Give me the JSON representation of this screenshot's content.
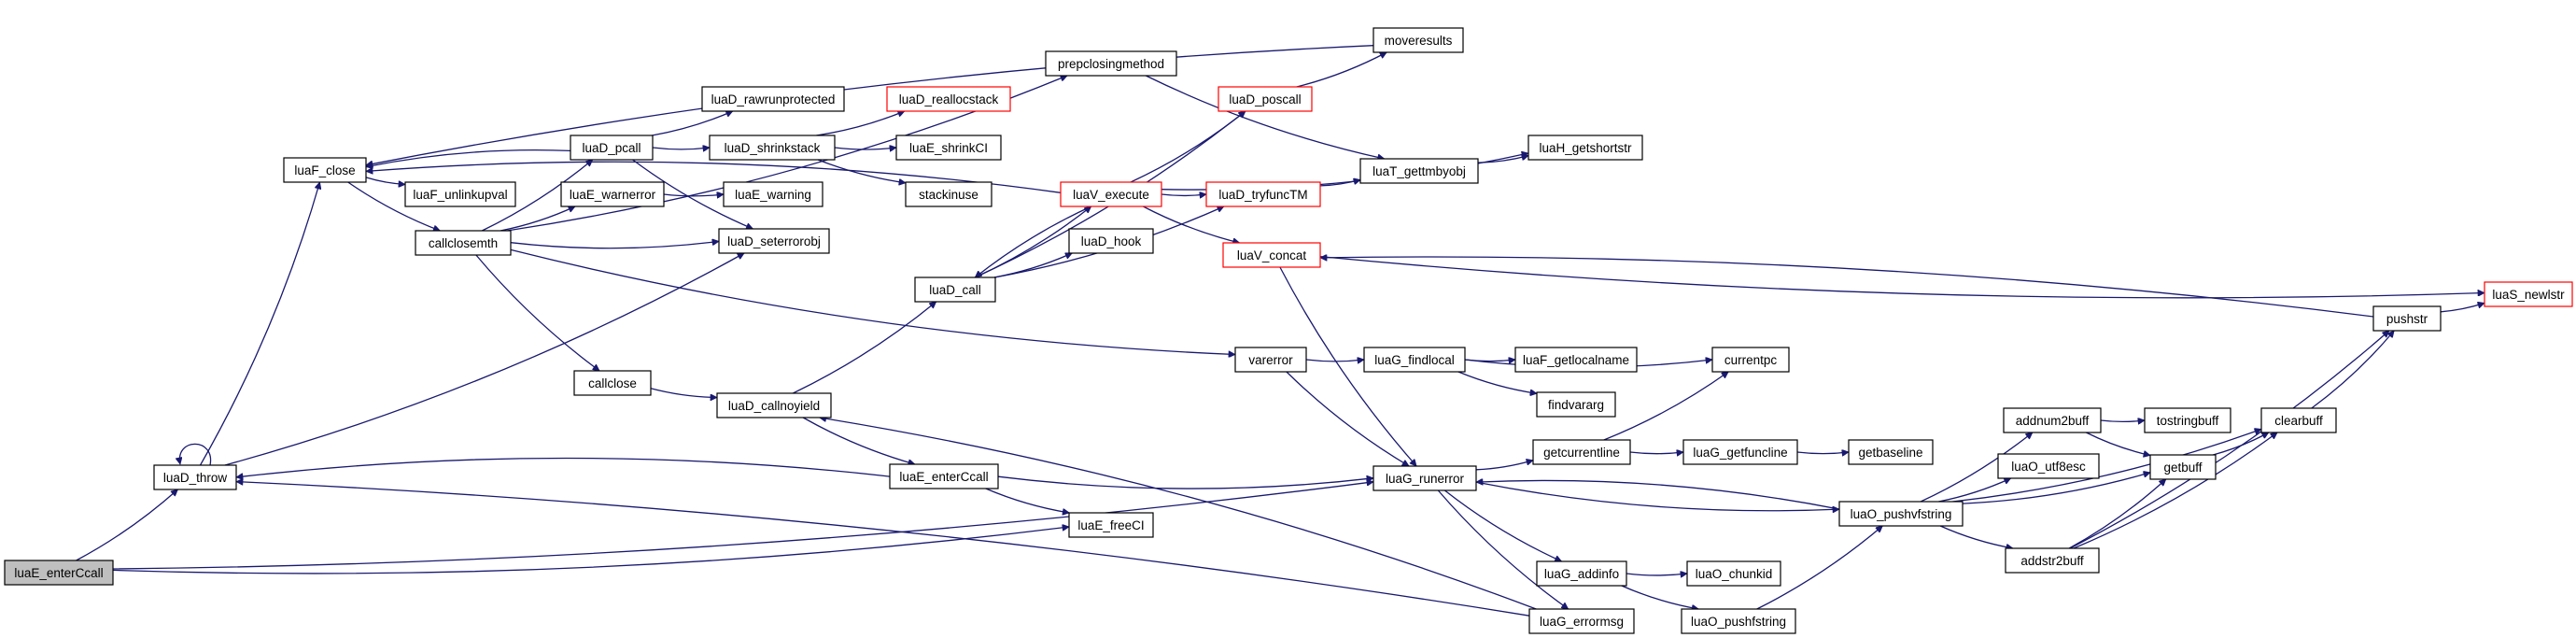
{
  "diagram": {
    "type": "call-graph",
    "colors": {
      "edge": "#191970",
      "node_border": "#000000",
      "truncated_node_border": "#ff0000",
      "root_fill": "#bfbfbf",
      "node_fill": "#ffffff"
    },
    "nodes": [
      {
        "id": "luaE_enterCcall",
        "label": "luaE_enterCcall",
        "style": "root"
      },
      {
        "id": "luaD_throw",
        "label": "luaD_throw",
        "style": "normal"
      },
      {
        "id": "luaF_close",
        "label": "luaF_close",
        "style": "normal"
      },
      {
        "id": "luaF_unlinkupval",
        "label": "luaF_unlinkupval",
        "style": "normal"
      },
      {
        "id": "callclosemth",
        "label": "callclosemth",
        "style": "normal"
      },
      {
        "id": "callclose",
        "label": "callclose",
        "style": "normal"
      },
      {
        "id": "luaD_pcall",
        "label": "luaD_pcall",
        "style": "normal"
      },
      {
        "id": "luaE_warnerror",
        "label": "luaE_warnerror",
        "style": "normal"
      },
      {
        "id": "luaD_rawrunprotected",
        "label": "luaD_rawrunprotected",
        "style": "normal"
      },
      {
        "id": "luaD_shrinkstack",
        "label": "luaD_shrinkstack",
        "style": "normal"
      },
      {
        "id": "luaE_warning",
        "label": "luaE_warning",
        "style": "normal"
      },
      {
        "id": "luaD_seterrorobj",
        "label": "luaD_seterrorobj",
        "style": "normal"
      },
      {
        "id": "luaD_callnoyield",
        "label": "luaD_callnoyield",
        "style": "normal"
      },
      {
        "id": "luaD_reallocstack",
        "label": "luaD_reallocstack",
        "style": "truncated"
      },
      {
        "id": "luaE_shrinkCI",
        "label": "luaE_shrinkCI",
        "style": "normal"
      },
      {
        "id": "stackinuse",
        "label": "stackinuse",
        "style": "normal"
      },
      {
        "id": "luaE_enterCcall_inner",
        "label": "luaE_enterCcall",
        "style": "normal"
      },
      {
        "id": "luaD_call",
        "label": "luaD_call",
        "style": "normal"
      },
      {
        "id": "prepclosingmethod",
        "label": "prepclosingmethod",
        "style": "normal"
      },
      {
        "id": "luaV_execute",
        "label": "luaV_execute",
        "style": "truncated"
      },
      {
        "id": "luaD_hook",
        "label": "luaD_hook",
        "style": "normal"
      },
      {
        "id": "luaE_freeCI",
        "label": "luaE_freeCI",
        "style": "normal"
      },
      {
        "id": "luaD_poscall",
        "label": "luaD_poscall",
        "style": "truncated"
      },
      {
        "id": "luaD_tryfuncTM",
        "label": "luaD_tryfuncTM",
        "style": "truncated"
      },
      {
        "id": "luaV_concat",
        "label": "luaV_concat",
        "style": "truncated"
      },
      {
        "id": "moveresults",
        "label": "moveresults",
        "style": "normal"
      },
      {
        "id": "luaT_gettmbyobj",
        "label": "luaT_gettmbyobj",
        "style": "normal"
      },
      {
        "id": "luaH_getshortstr",
        "label": "luaH_getshortstr",
        "style": "normal"
      },
      {
        "id": "varerror",
        "label": "varerror",
        "style": "normal"
      },
      {
        "id": "luaG_runerror",
        "label": "luaG_runerror",
        "style": "normal"
      },
      {
        "id": "luaG_findlocal",
        "label": "luaG_findlocal",
        "style": "normal"
      },
      {
        "id": "luaF_getlocalname",
        "label": "luaF_getlocalname",
        "style": "normal"
      },
      {
        "id": "findvararg",
        "label": "findvararg",
        "style": "normal"
      },
      {
        "id": "currentpc",
        "label": "currentpc",
        "style": "normal"
      },
      {
        "id": "getcurrentline",
        "label": "getcurrentline",
        "style": "normal"
      },
      {
        "id": "luaG_getfuncline",
        "label": "luaG_getfuncline",
        "style": "normal"
      },
      {
        "id": "getbaseline",
        "label": "getbaseline",
        "style": "normal"
      },
      {
        "id": "luaG_addinfo",
        "label": "luaG_addinfo",
        "style": "normal"
      },
      {
        "id": "luaO_chunkid",
        "label": "luaO_chunkid",
        "style": "normal"
      },
      {
        "id": "luaG_errormsg",
        "label": "luaG_errormsg",
        "style": "normal"
      },
      {
        "id": "luaO_pushfstring",
        "label": "luaO_pushfstring",
        "style": "normal"
      },
      {
        "id": "luaO_pushvfstring",
        "label": "luaO_pushvfstring",
        "style": "normal"
      },
      {
        "id": "addnum2buff",
        "label": "addnum2buff",
        "style": "normal"
      },
      {
        "id": "tostringbuff",
        "label": "tostringbuff",
        "style": "normal"
      },
      {
        "id": "luaO_utf8esc",
        "label": "luaO_utf8esc",
        "style": "normal"
      },
      {
        "id": "addstr2buff",
        "label": "addstr2buff",
        "style": "normal"
      },
      {
        "id": "getbuff",
        "label": "getbuff",
        "style": "normal"
      },
      {
        "id": "clearbuff",
        "label": "clearbuff",
        "style": "normal"
      },
      {
        "id": "pushstr",
        "label": "pushstr",
        "style": "normal"
      },
      {
        "id": "luaS_newlstr",
        "label": "luaS_newlstr",
        "style": "truncated"
      }
    ],
    "edges": [
      [
        "luaE_enterCcall",
        "luaD_throw"
      ],
      [
        "luaE_enterCcall",
        "luaE_freeCI"
      ],
      [
        "luaE_enterCcall",
        "luaG_runerror"
      ],
      [
        "luaD_throw",
        "luaD_throw"
      ],
      [
        "luaD_throw",
        "luaF_close"
      ],
      [
        "luaD_throw",
        "luaD_seterrorobj"
      ],
      [
        "luaF_close",
        "luaF_unlinkupval"
      ],
      [
        "luaF_close",
        "callclosemth"
      ],
      [
        "callclosemth",
        "luaD_pcall"
      ],
      [
        "callclosemth",
        "luaE_warnerror"
      ],
      [
        "callclosemth",
        "luaD_seterrorobj"
      ],
      [
        "callclosemth",
        "callclose"
      ],
      [
        "callclosemth",
        "prepclosingmethod"
      ],
      [
        "callclosemth",
        "varerror"
      ],
      [
        "luaD_pcall",
        "luaF_close"
      ],
      [
        "luaD_pcall",
        "luaD_rawrunprotected"
      ],
      [
        "luaD_pcall",
        "luaD_shrinkstack"
      ],
      [
        "luaD_pcall",
        "luaD_seterrorobj"
      ],
      [
        "luaE_warnerror",
        "luaE_warning"
      ],
      [
        "luaD_shrinkstack",
        "luaD_reallocstack"
      ],
      [
        "luaD_shrinkstack",
        "luaE_shrinkCI"
      ],
      [
        "luaD_shrinkstack",
        "stackinuse"
      ],
      [
        "callclose",
        "luaD_callnoyield"
      ],
      [
        "luaD_callnoyield",
        "luaD_call"
      ],
      [
        "luaD_callnoyield",
        "luaE_enterCcall_inner"
      ],
      [
        "luaE_enterCcall_inner",
        "luaD_throw"
      ],
      [
        "luaE_enterCcall_inner",
        "luaE_freeCI"
      ],
      [
        "luaE_enterCcall_inner",
        "luaG_runerror"
      ],
      [
        "luaD_call",
        "luaV_execute"
      ],
      [
        "luaD_call",
        "luaD_poscall"
      ],
      [
        "luaD_call",
        "luaD_hook"
      ],
      [
        "luaD_call",
        "luaD_tryfuncTM"
      ],
      [
        "luaV_execute",
        "luaD_call"
      ],
      [
        "luaV_execute",
        "luaF_close"
      ],
      [
        "luaV_execute",
        "luaD_poscall"
      ],
      [
        "luaV_execute",
        "luaD_tryfuncTM"
      ],
      [
        "luaV_execute",
        "luaH_getshortstr"
      ],
      [
        "luaV_execute",
        "luaV_concat"
      ],
      [
        "prepclosingmethod",
        "luaT_gettmbyobj"
      ],
      [
        "luaD_poscall",
        "moveresults"
      ],
      [
        "moveresults",
        "luaF_close"
      ],
      [
        "luaD_tryfuncTM",
        "luaT_gettmbyobj"
      ],
      [
        "luaT_gettmbyobj",
        "luaH_getshortstr"
      ],
      [
        "luaV_concat",
        "luaS_newlstr"
      ],
      [
        "luaV_concat",
        "luaG_runerror"
      ],
      [
        "varerror",
        "luaG_findlocal"
      ],
      [
        "varerror",
        "luaG_runerror"
      ],
      [
        "luaG_findlocal",
        "luaF_getlocalname"
      ],
      [
        "luaG_findlocal",
        "findvararg"
      ],
      [
        "luaG_findlocal",
        "currentpc"
      ],
      [
        "luaG_runerror",
        "getcurrentline"
      ],
      [
        "luaG_runerror",
        "luaG_addinfo"
      ],
      [
        "luaG_runerror",
        "luaG_errormsg"
      ],
      [
        "luaG_runerror",
        "luaO_pushvfstring"
      ],
      [
        "getcurrentline",
        "currentpc"
      ],
      [
        "getcurrentline",
        "luaG_getfuncline"
      ],
      [
        "luaG_getfuncline",
        "getbaseline"
      ],
      [
        "luaG_addinfo",
        "luaO_chunkid"
      ],
      [
        "luaG_addinfo",
        "luaO_pushfstring"
      ],
      [
        "luaO_pushfstring",
        "luaO_pushvfstring"
      ],
      [
        "luaG_errormsg",
        "luaD_callnoyield"
      ],
      [
        "luaG_errormsg",
        "luaD_throw"
      ],
      [
        "luaO_pushvfstring",
        "luaG_runerror"
      ],
      [
        "luaO_pushvfstring",
        "addnum2buff"
      ],
      [
        "luaO_pushvfstring",
        "luaO_utf8esc"
      ],
      [
        "luaO_pushvfstring",
        "addstr2buff"
      ],
      [
        "luaO_pushvfstring",
        "getbuff"
      ],
      [
        "luaO_pushvfstring",
        "clearbuff"
      ],
      [
        "addnum2buff",
        "tostringbuff"
      ],
      [
        "addnum2buff",
        "getbuff"
      ],
      [
        "addstr2buff",
        "getbuff"
      ],
      [
        "addstr2buff",
        "clearbuff"
      ],
      [
        "addstr2buff",
        "pushstr"
      ],
      [
        "getbuff",
        "clearbuff"
      ],
      [
        "clearbuff",
        "pushstr"
      ],
      [
        "pushstr",
        "luaS_newlstr"
      ],
      [
        "pushstr",
        "luaV_concat"
      ]
    ]
  }
}
